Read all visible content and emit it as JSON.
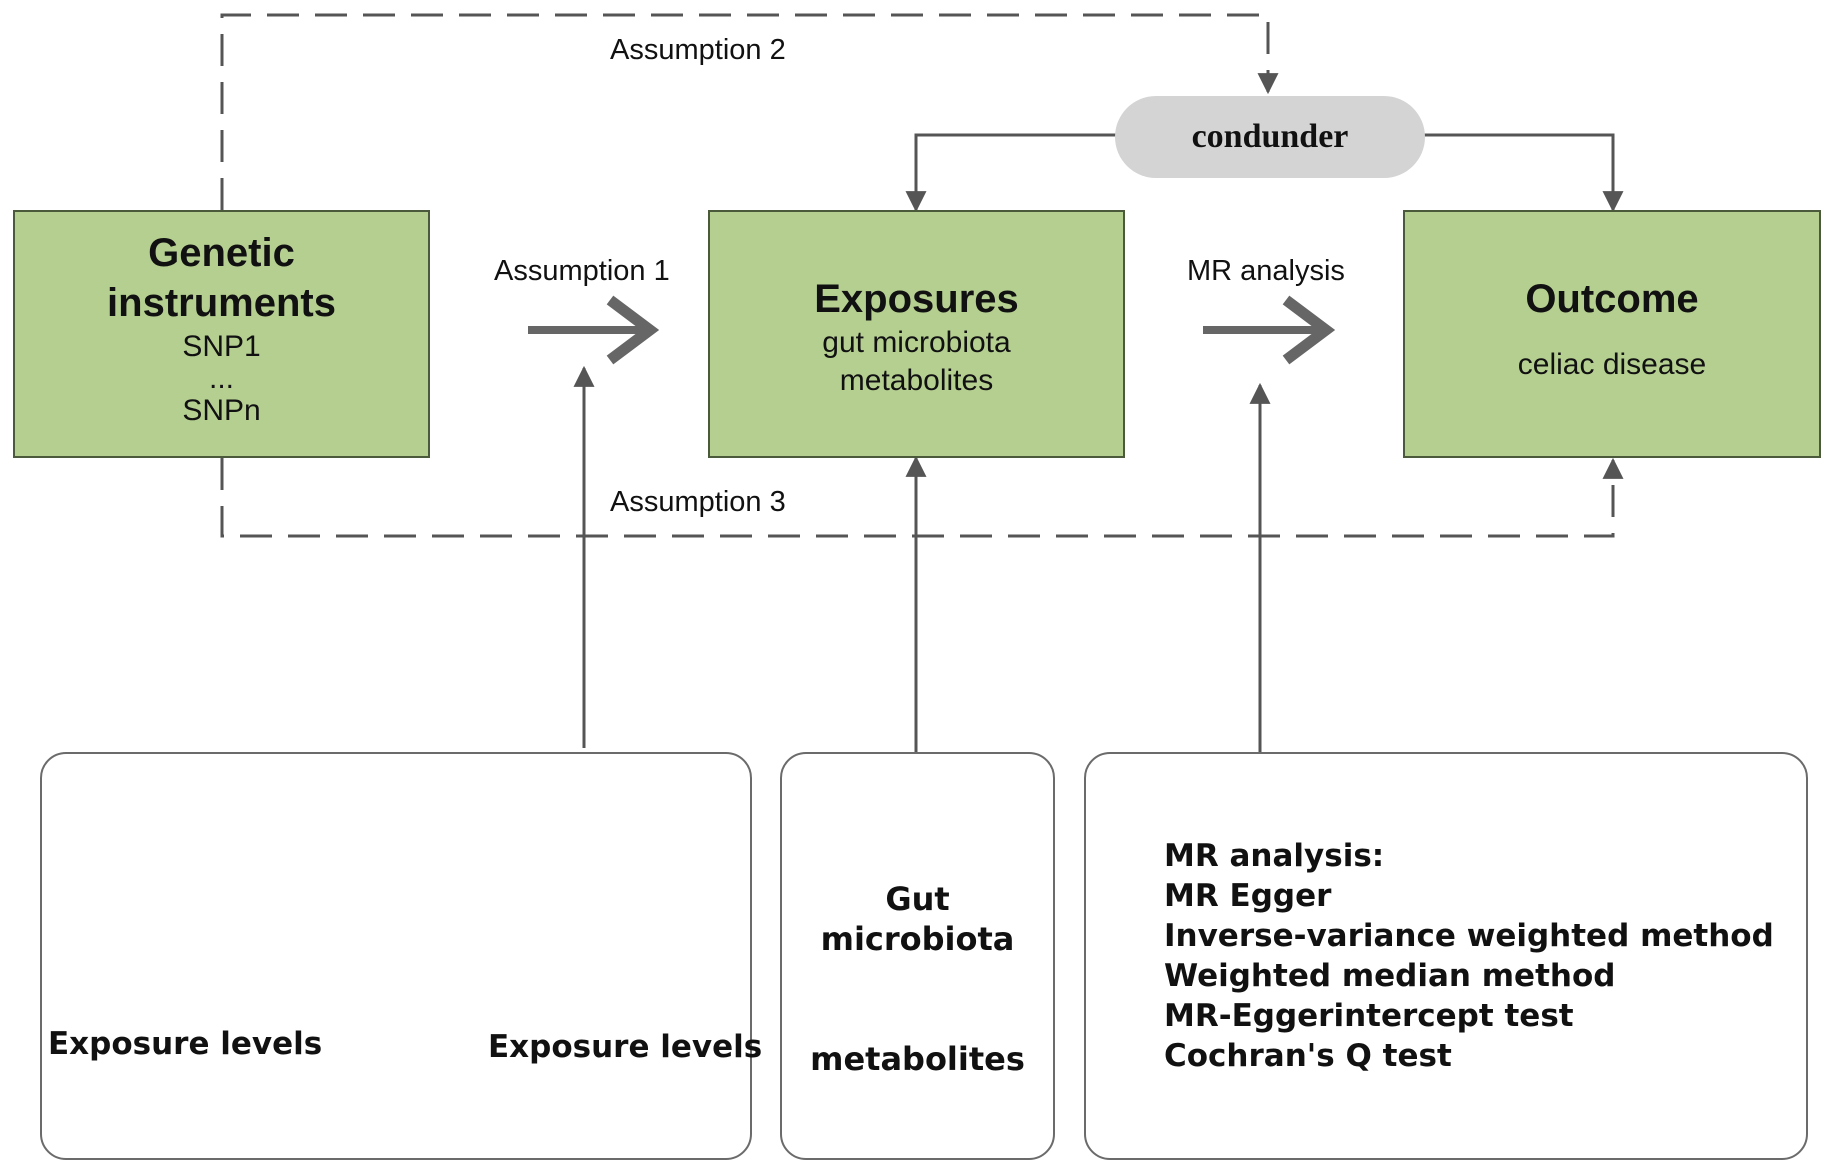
{
  "boxes": {
    "genetic": {
      "title_line1": "Genetic",
      "title_line2": "instruments",
      "snp_first": "SNP1",
      "ellipsis": "...",
      "snp_last": "SNPn"
    },
    "exposures": {
      "title": "Exposures",
      "line1": "gut microbiota",
      "line2": "metabolites"
    },
    "outcome": {
      "title": "Outcome",
      "line1": "celiac disease"
    }
  },
  "confounder": "condunder",
  "labels": {
    "assumption1": "Assumption 1",
    "assumption2": "Assumption 2",
    "assumption3": "Assumption 3",
    "mr_analysis": "MR analysis"
  },
  "panels": {
    "genetics": {
      "left_label": "Exposure levels",
      "right_label": "Exposure levels"
    },
    "data": {
      "line1": "Gut",
      "line2": "microbiota",
      "line3": "metabolites"
    },
    "methods": {
      "items": [
        "MR analysis:",
        "MR Egger",
        "Inverse-variance weighted method",
        "Weighted median method",
        "MR-Eggerintercept test",
        "Cochran's Q test"
      ]
    }
  },
  "colors": {
    "box_fill": "#b5cf91",
    "pill_fill": "#d4d4d4",
    "dna": "#4fb8b3",
    "checklist": "#1a2d8c",
    "up_arrow": "#b22222"
  }
}
